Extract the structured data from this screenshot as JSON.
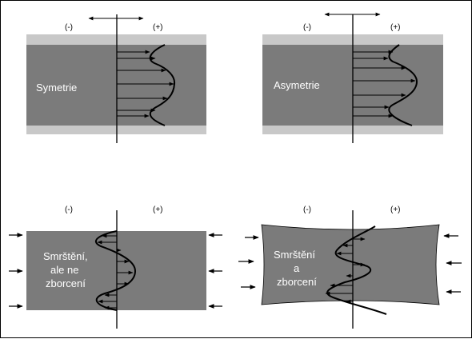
{
  "panels": [
    {
      "id": "symmetry",
      "label_lines": [
        "Symetrie"
      ],
      "sign_negative": "(-)",
      "sign_positive": "(+)"
    },
    {
      "id": "asymmetry",
      "label_lines": [
        "Asymetrie"
      ],
      "sign_negative": "(-)",
      "sign_positive": "(+)"
    },
    {
      "id": "shrinkage",
      "label_lines": [
        "Smrštění,",
        "ale ne",
        "zborcení"
      ],
      "sign_negative": "(-)",
      "sign_positive": "(+)"
    },
    {
      "id": "shrinkage-warping",
      "label_lines": [
        "Smrštění",
        "a",
        "zborcení"
      ],
      "sign_negative": "(-)",
      "sign_positive": "(+)"
    }
  ],
  "colors": {
    "plate": "#7b7b7b",
    "cover": "#c8c8c8",
    "ink": "#000000",
    "label": "#ffffff"
  }
}
